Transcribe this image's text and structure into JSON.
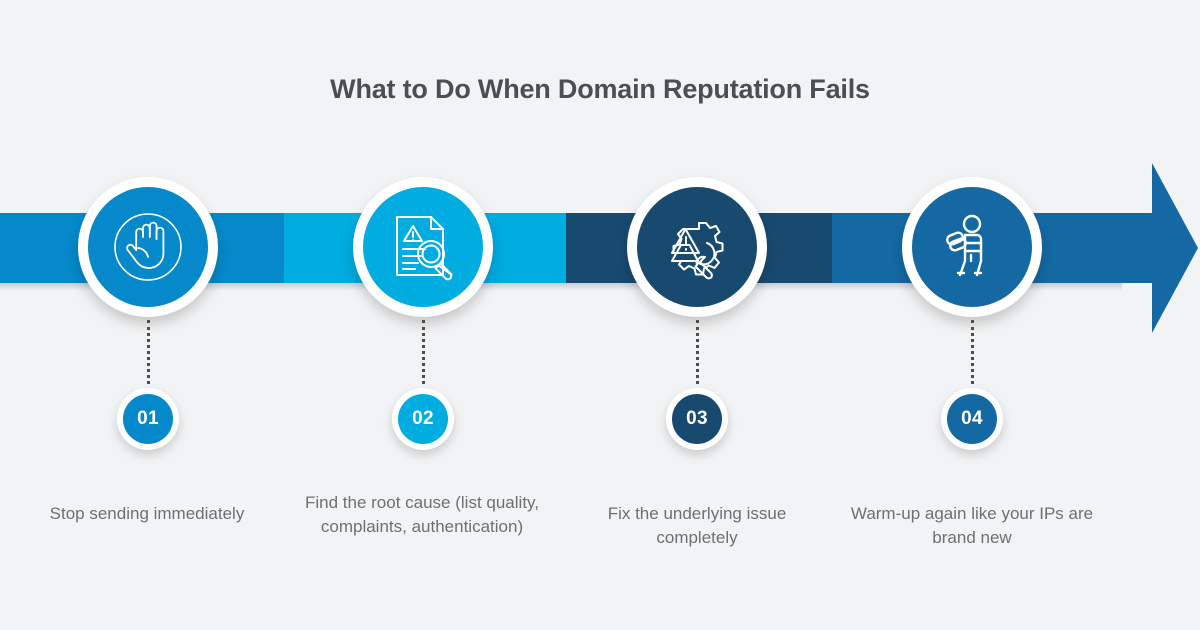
{
  "header": {
    "title": "What to Do When Domain Reputation Fails"
  },
  "theme": {
    "background": "#f2f3f4",
    "title_color": "#4a4f54",
    "caption_color": "#6d7073",
    "band_segment_1": "#0689cb",
    "band_segment_2": "#00ace0",
    "band_segment_3": "#184a70",
    "band_segment_4": "#1569a3",
    "arrow_head_color": "#1569a3",
    "connector_color": "#4d4d4d",
    "ring_color": "#ffffff"
  },
  "flow": {
    "direction": "left-to-right",
    "arrow_label": "process-arrow",
    "steps": [
      {
        "number": "01",
        "caption": "Stop sending immediately",
        "icon": "stop-hand-icon",
        "icon_color": "#0689cb",
        "badge_color": "#0689cb"
      },
      {
        "number": "02",
        "caption": "Find the root cause (list quality, complaints, authentication)",
        "icon": "document-warning-magnifier-icon",
        "icon_color": "#00ace0",
        "badge_color": "#00ace0"
      },
      {
        "number": "03",
        "caption": "Fix the underlying issue completely",
        "icon": "gear-warning-wrench-icon",
        "icon_color": "#184a70",
        "badge_color": "#184a70"
      },
      {
        "number": "04",
        "caption": "Warm-up again like your IPs are brand new",
        "icon": "person-warmup-icon",
        "icon_color": "#1569a3",
        "badge_color": "#1569a3"
      }
    ]
  }
}
